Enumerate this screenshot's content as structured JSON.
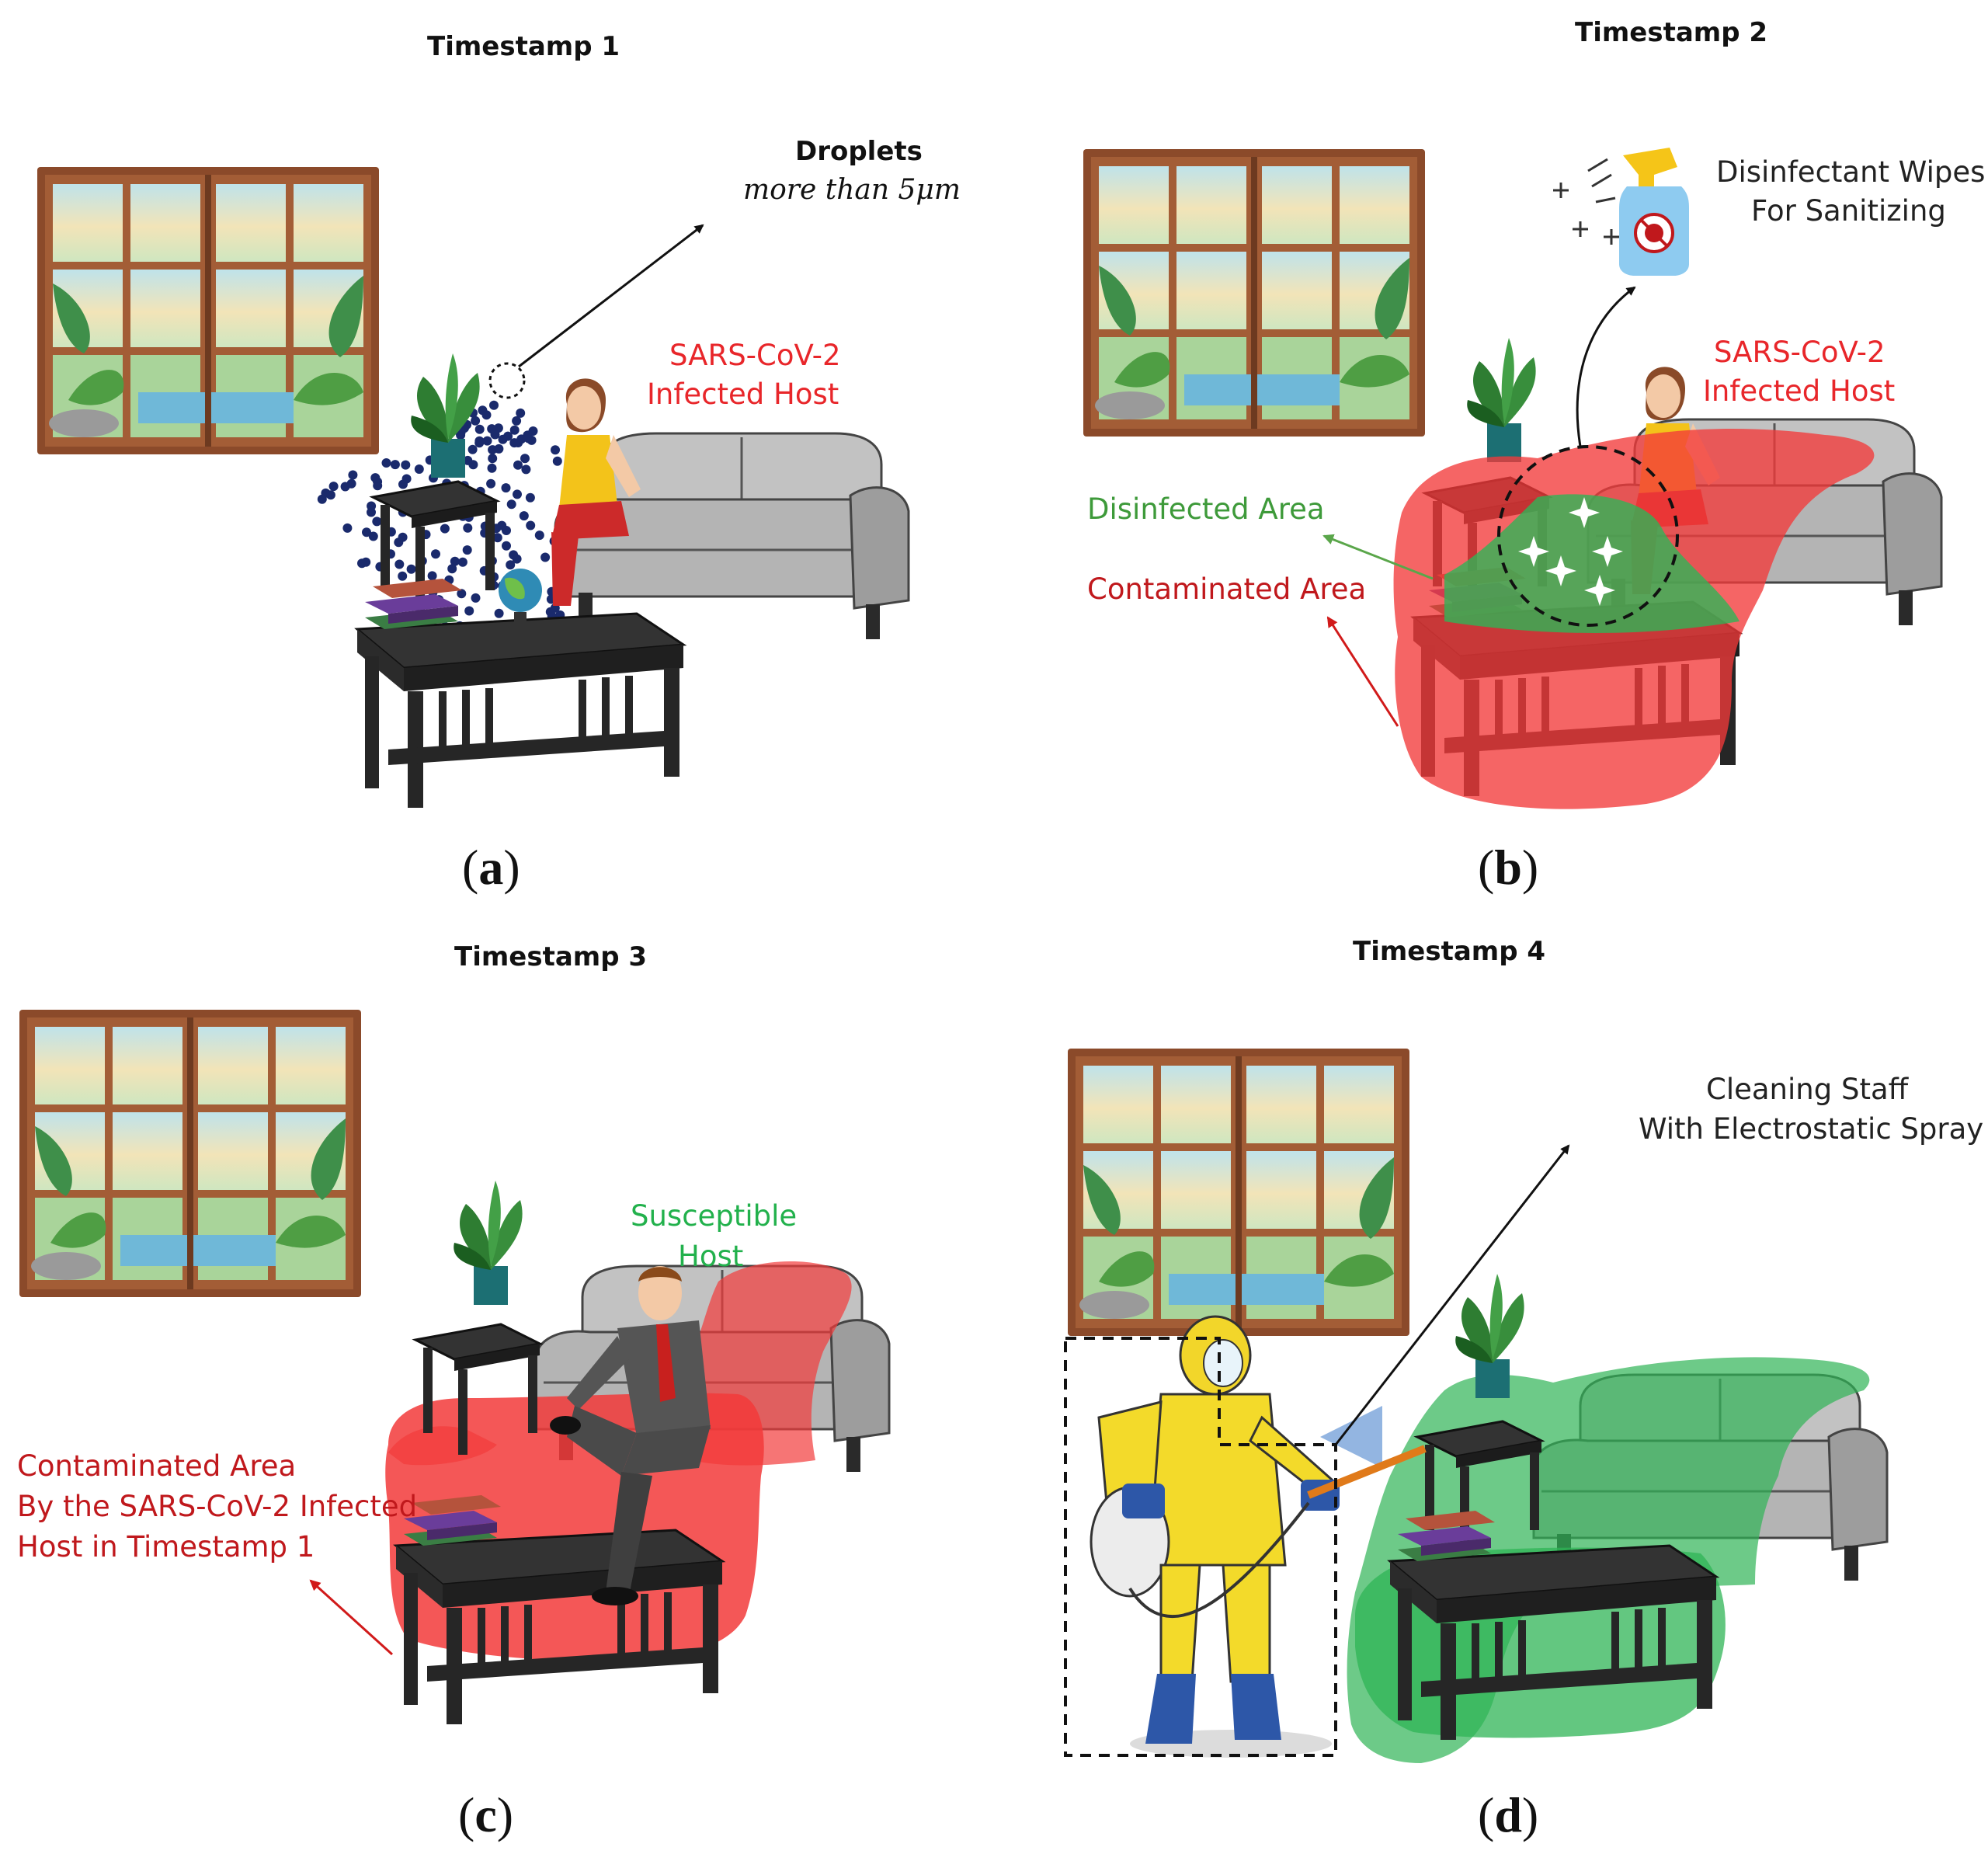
{
  "panels": {
    "a": {
      "timestamp": "Timestamp 1",
      "droplets_title": "Droplets",
      "droplets_size": "more than 5μm",
      "host_line1": "SARS-CoV-2",
      "host_line2": "Infected Host",
      "caption_letter": "a"
    },
    "b": {
      "timestamp": "Timestamp 2",
      "wipes_line1": "Disinfectant Wipes",
      "wipes_line2": "For Sanitizing",
      "host_line1": "SARS-CoV-2",
      "host_line2": "Infected Host",
      "disinfected": "Disinfected Area",
      "contaminated": "Contaminated Area",
      "caption_letter": "b"
    },
    "c": {
      "timestamp": "Timestamp 3",
      "susceptible_line1": "Susceptible",
      "susceptible_line2": "Host",
      "contam_line1": "Contaminated Area",
      "contam_line2": "By the SARS-CoV-2 Infected",
      "contam_line3": "Host in Timestamp 1",
      "caption_letter": "c"
    },
    "d": {
      "timestamp": "Timestamp 4",
      "staff_line1": "Cleaning Staff",
      "staff_line2": "With Electrostatic Spray",
      "caption_letter": "d"
    }
  },
  "colors": {
    "contaminated": "#f23a3a",
    "disinfected": "#2fb456",
    "window_frame": "#8b4a2a",
    "sofa": "#b9b9b9",
    "table_dark": "#2a2a2a",
    "droplet": "#1a2a6c"
  },
  "icons": [
    "window-icon",
    "sofa-icon",
    "coffee-table-icon",
    "side-table-icon",
    "plant-icon",
    "books-icon",
    "globe-icon",
    "spray-bottle-icon",
    "woman-icon",
    "man-icon",
    "hazmat-worker-icon"
  ]
}
